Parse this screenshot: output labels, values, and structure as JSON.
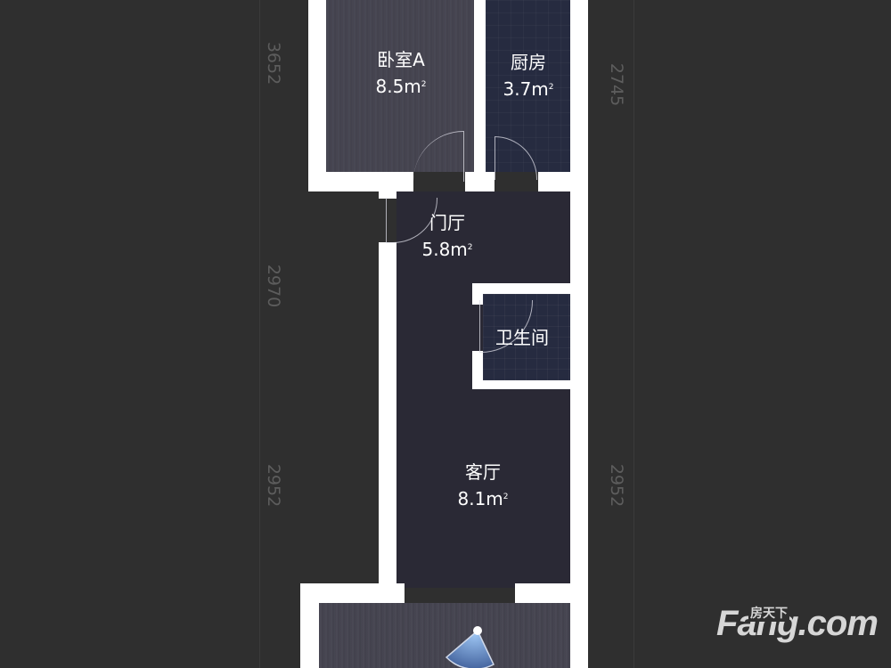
{
  "floorplan": {
    "background_color": "#2f2f2f",
    "wall_color": "#ffffff",
    "rooms": [
      {
        "name": "卧室A",
        "area": "8.5m",
        "unit_sup": "2"
      },
      {
        "name": "厨房",
        "area": "3.7m",
        "unit_sup": "2"
      },
      {
        "name": "门厅",
        "area": "5.8m",
        "unit_sup": "2"
      },
      {
        "name": "卫生间"
      },
      {
        "name": "客厅",
        "area": "8.1m",
        "unit_sup": "2"
      }
    ],
    "dimensions": {
      "left": [
        "3652",
        "2970",
        "2952"
      ],
      "right": [
        "2745",
        "2952"
      ]
    },
    "compass_icon": "view-direction-fan-icon"
  },
  "watermark": {
    "brand_cn": "房天下",
    "brand_en": "Fang.com"
  }
}
